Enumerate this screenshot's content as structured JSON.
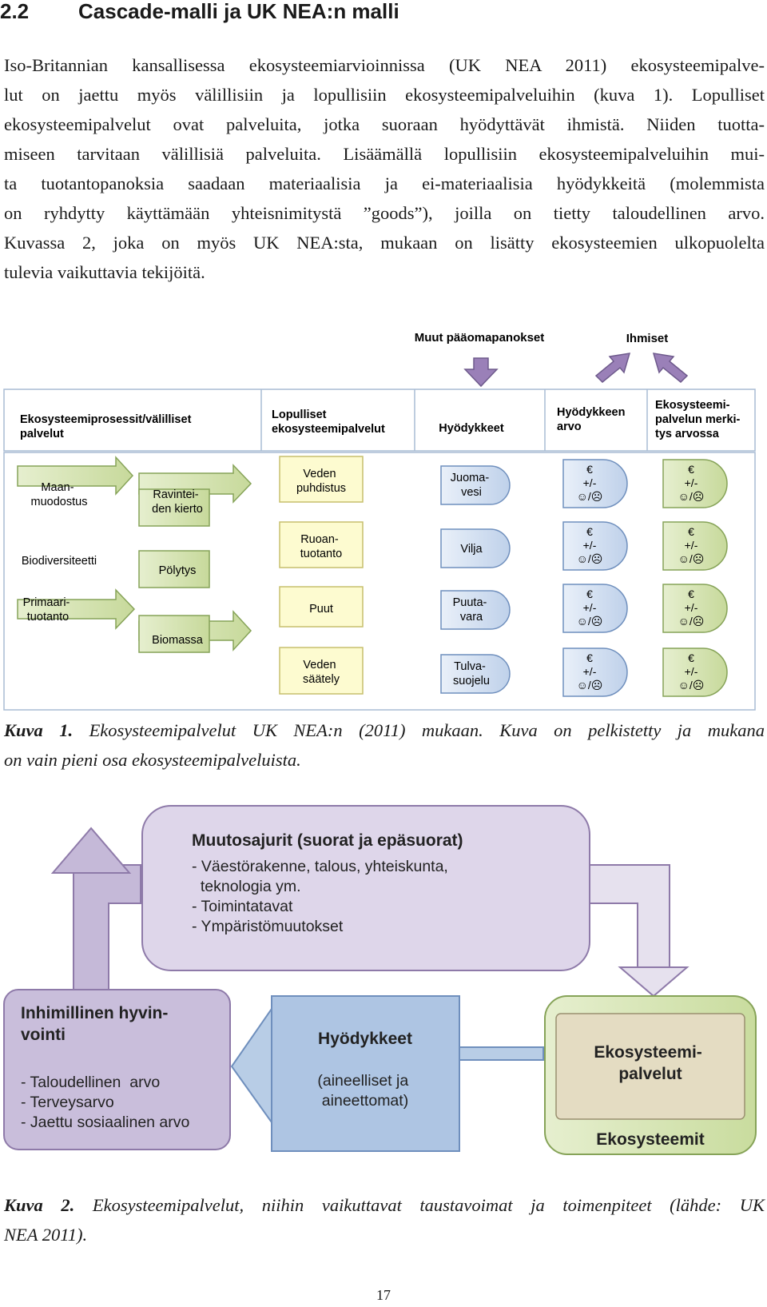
{
  "section": {
    "number": "2.2",
    "title": "Cascade-malli ja UK NEA:n malli"
  },
  "paragraph": [
    "Iso-Britannian kansallisessa ekosysteemiarvioinnissa (UK NEA 2011) ekosysteemipalve-",
    "lut on jaettu myös välillisiin ja lopullisiin ekosysteemipalveluihin (kuva 1). Lopulliset",
    "ekosysteemipalvelut ovat palveluita, jotka suoraan hyödyttävät ihmistä. Niiden tuotta-",
    "miseen tarvitaan välillisiä palveluita. Lisäämällä lopullisiin ekosysteemipalveluihin mui-",
    "ta tuotantopanoksia saadaan materiaalisia ja ei-materiaalisia hyödykkeitä (molemmista",
    "on ryhdytty käyttämään yhteisnimitystä ”goods”), joilla on tietty taloudellinen arvo.",
    "Kuvassa 2, joka on myös UK NEA:sta, mukaan on lisätty ekosysteemien ulkopuolelta",
    "tulevia vaikuttavia tekijöitä."
  ],
  "figure1": {
    "top_labels": {
      "inputs": "Muut pääomapanokset",
      "people": "Ihmiset"
    },
    "columns": [
      [
        "Ekosysteemiprosessit/välilliset",
        "palvelut"
      ],
      [
        "Lopulliset",
        "ekosysteemipalvelut"
      ],
      [
        "Hyödykkeet"
      ],
      [
        "Hyödykkeen",
        "arvo"
      ],
      [
        "Ekosysteemi-",
        "palvelun merki-",
        "tys arvossa"
      ]
    ],
    "processes": [
      [
        "Maan-",
        "muodostus"
      ],
      [
        "Ravintei-",
        "den kierto"
      ],
      [
        "Biodiversiteetti"
      ],
      [
        "Pölytys"
      ],
      [
        "Primaari-",
        "tuotanto"
      ],
      [
        "Biomassa"
      ]
    ],
    "final_services": [
      [
        "Veden",
        "puhdistus"
      ],
      [
        "Ruoan-",
        "tuotanto"
      ],
      [
        "Puut"
      ],
      [
        "Veden",
        "säätely"
      ]
    ],
    "goods": [
      [
        "Juoma-",
        "vesi"
      ],
      [
        "Vilja"
      ],
      [
        "Puuta-",
        "vara"
      ],
      [
        "Tulva-",
        "suojelu"
      ]
    ],
    "value_lines": [
      "€",
      "+/-",
      "☺/☹"
    ],
    "caption_label": "Kuva 1.",
    "caption_line1": "Ekosysteemipalvelut UK NEA:n (2011) mukaan. Kuva on pelkistetty ja mukana",
    "caption_line2": "on vain pieni osa ekosysteemipalveluista."
  },
  "figure2": {
    "drivers": {
      "title": "Muutosajurit (suorat ja epäsuorat)",
      "items": [
        "- Väestörakenne, talous, yhteiskunta,",
        "  teknologia ym.",
        "- Toimintatavat",
        "- Ympäristömuutokset"
      ]
    },
    "wellbeing": {
      "title_lines": [
        "Inhimillinen hyvin-",
        "vointi"
      ],
      "items": [
        "- Taloudellinen  arvo",
        "- Terveysarvo",
        "- Jaettu sosiaalinen arvo"
      ]
    },
    "goods": {
      "title": "Hyödykkeet",
      "sub_lines": [
        "(aineelliset ja",
        "aineettomat)"
      ]
    },
    "ecosystem": {
      "services_lines": [
        "Ekosysteemi-",
        "palvelut"
      ],
      "label": "Ekosysteemit"
    },
    "caption_label": "Kuva 2.",
    "caption_line1": "Ekosysteemipalvelut, niihin vaikuttavat taustavoimat ja toimenpiteet (lähde: UK",
    "caption_line2": "NEA 2011)."
  },
  "page_number": "17"
}
